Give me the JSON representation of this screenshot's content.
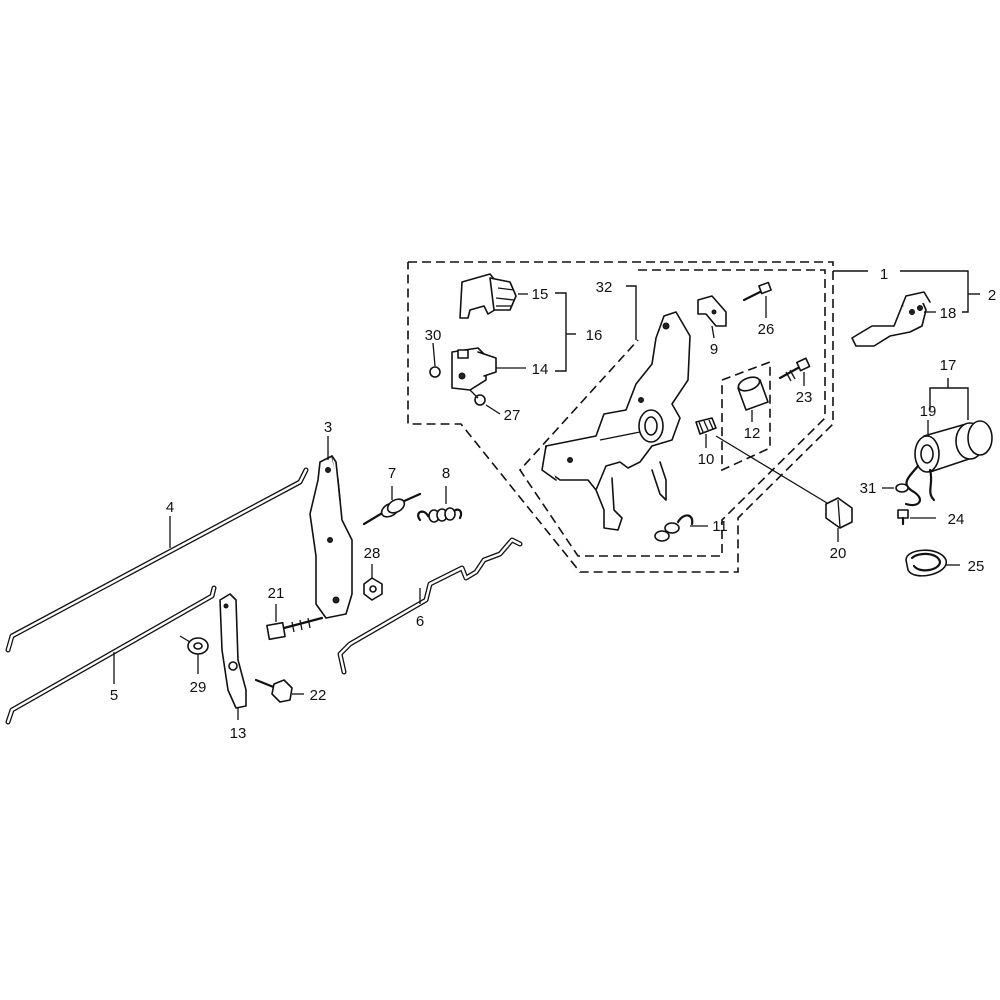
{
  "callouts": {
    "p1": "1",
    "p2": "2",
    "p3": "3",
    "p4": "4",
    "p5": "5",
    "p6": "6",
    "p7": "7",
    "p8": "8",
    "p9": "9",
    "p10": "10",
    "p11": "11",
    "p12": "12",
    "p13": "13",
    "p14": "14",
    "p15": "15",
    "p16": "16",
    "p17": "17",
    "p18": "18",
    "p19": "19",
    "p20": "20",
    "p21": "21",
    "p22": "22",
    "p23": "23",
    "p24": "24",
    "p25": "25",
    "p26": "26",
    "p27": "27",
    "p28": "28",
    "p29": "29",
    "p30": "30",
    "p31": "31",
    "p32": "32"
  }
}
